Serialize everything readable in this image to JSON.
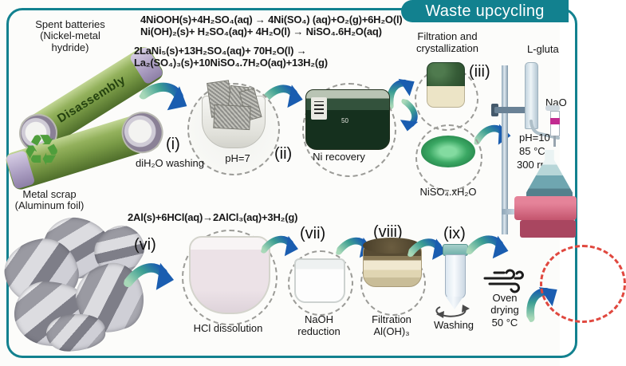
{
  "banner": {
    "label": "Waste upcycling"
  },
  "colors": {
    "frame_teal": "#12818f",
    "arrow_blue": "#1a5db0",
    "arrow_teal_light": "#a8d8b8",
    "recycle_green": "#4f9e3c",
    "red_dashed": "#e0483f"
  },
  "battery_section": {
    "title_line1": "Spent batteries",
    "title_line2": "(Nickel-metal",
    "title_line3": "hydride)",
    "battery_label": "Disassembly"
  },
  "equations": {
    "nickel": [
      "4NiOOH(s)+4H₂SO₄(aq) → 4Ni(SO₄) (aq)+O₂(g)+6H₂O(l)",
      "Ni(OH)₂(s)+ H₂SO₄(aq)+ 4H₂O(l) → NiSO₄.6H₂O(aq)",
      "2LaNi₅(s)+13H₂SO₄(aq)+ 70H₂O(l) →",
      "La₂(SO₄)₃(s)+10NiSO₄.7H₂O(aq)+13H₂(g)"
    ],
    "aluminum": "2Al(s)+6HCl(aq)→2AlCl₃(aq)+3H₂(g)"
  },
  "nickel_route": {
    "step_i": {
      "numeral": "(i)",
      "label": "diH₂O washing",
      "ph": "pH=7"
    },
    "step_ii": {
      "numeral": "(ii)",
      "label": "Ni recovery",
      "graduation": "50"
    },
    "step_iii": {
      "numeral": "(iii)",
      "label_line1": "Filtration and",
      "label_line2": "crystallization"
    },
    "product_label": "NiSO₄.xH₂O"
  },
  "reactor": {
    "reagent_top": "L-gluta",
    "reagent_side": "NaO",
    "condition1": "pH=10",
    "condition2": "85 °C",
    "condition3": "300 rpm"
  },
  "aluminum_route": {
    "source_line1": "Metal scrap",
    "source_line2": "(Aluminum foil)",
    "step_vi": {
      "numeral": "(vi)",
      "label": "HCl dissolution"
    },
    "step_vii": {
      "numeral": "(vii)",
      "label_line1": "NaOH",
      "label_line2": "reduction"
    },
    "step_viii": {
      "numeral": "(viii)",
      "label_line1": "Filtration",
      "label_line2": "Al(OH)₃"
    },
    "step_ix": {
      "numeral": "(ix)",
      "label": "Washing"
    },
    "oven": {
      "line1": "Oven",
      "line2": "drying",
      "line3": "50 °C"
    }
  }
}
